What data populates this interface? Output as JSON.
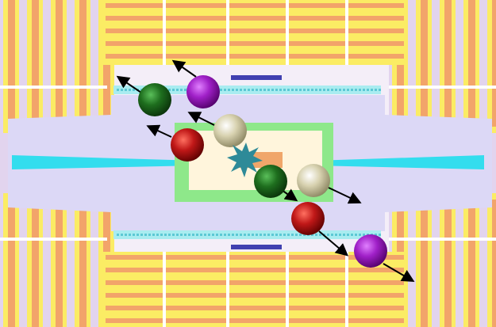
{
  "colors": {
    "background": "#f4eef8",
    "mauve": "#e2d4ee",
    "yellow": "#fbec64",
    "orange": "#f2a46a",
    "white_gap": "#ffffff",
    "lavender": "#dcd8f6",
    "tracker_cyan": "#a9ecf0",
    "tracker_dots": "#5cc8d4",
    "inner_green": "#8ee88a",
    "inner_cream": "#fff5dc",
    "inner_orange": "#f0a66a",
    "beam": "#33ddee",
    "dark_blue": "#4040b0",
    "vertex": "#2e8a98",
    "arrow": "#000000"
  },
  "particles": [
    {
      "kind": "purple-sphere",
      "color": "#a020c8",
      "light": "#e080ff",
      "dark": "#500068"
    },
    {
      "kind": "green-sphere",
      "color": "#1e6e1e",
      "light": "#5abf5a",
      "dark": "#0a300a"
    },
    {
      "kind": "cream-sphere",
      "color": "#d8d2b0",
      "light": "#ffffff",
      "dark": "#8a8460"
    },
    {
      "kind": "red-sphere",
      "color": "#c01818",
      "light": "#ff7060",
      "dark": "#5a0000"
    },
    {
      "kind": "green-sphere",
      "color": "#1e6e1e",
      "light": "#5abf5a",
      "dark": "#0a300a"
    },
    {
      "kind": "cream-sphere",
      "color": "#d8d2b0",
      "light": "#ffffff",
      "dark": "#8a8460"
    },
    {
      "kind": "red-sphere",
      "color": "#c01818",
      "light": "#ff7060",
      "dark": "#5a0000"
    },
    {
      "kind": "purple-sphere",
      "color": "#a020c8",
      "light": "#e080ff",
      "dark": "#500068"
    }
  ]
}
